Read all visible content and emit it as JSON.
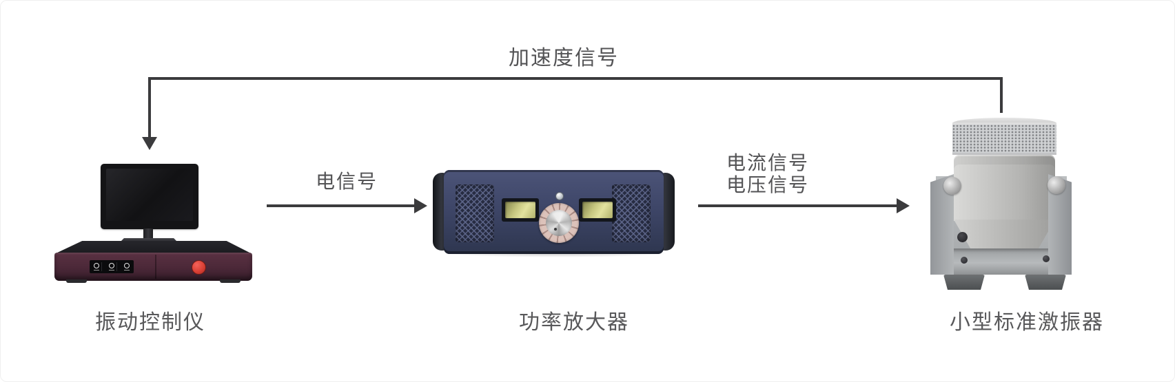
{
  "page": {
    "background": "#ffffff",
    "line_color": "#3b3b3d",
    "label_color": "#535355"
  },
  "connections": [
    {
      "id": "feedback",
      "from": "exciter",
      "to": "controller",
      "label": "加速度信号"
    },
    {
      "id": "drive-signal",
      "from": "controller",
      "to": "amplifier",
      "label": "电信号"
    },
    {
      "id": "power-signal",
      "from": "amplifier",
      "to": "exciter",
      "label_line1": "电流信号",
      "label_line2": "电压信号"
    }
  ],
  "devices": [
    {
      "id": "vibration-controller",
      "label": "振动控制仪"
    },
    {
      "id": "power-amplifier",
      "label": "功率放大器"
    },
    {
      "id": "standard-exciter",
      "label": "小型标准激振器"
    }
  ],
  "device_colors": {
    "controller_box": "#4b2838",
    "amplifier_body": "#3e4668",
    "exciter_body": "#c9c9c7",
    "red_button": "#da4035"
  }
}
